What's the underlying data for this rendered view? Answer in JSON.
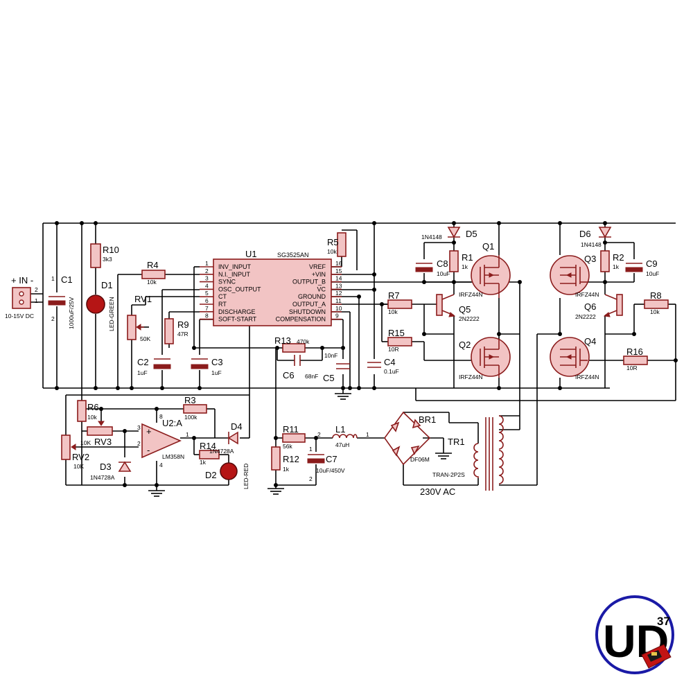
{
  "connector": {
    "title": "+ IN -",
    "pins": [
      "2",
      "1"
    ],
    "caption": "10-15V DC"
  },
  "C1": {
    "ref": "C1",
    "value": "1000uF/25V",
    "pin_top": "1",
    "pin_bottom": "2"
  },
  "R10": {
    "ref": "R10",
    "value": "3k3"
  },
  "D1": {
    "ref": "D1",
    "value": "LED-GREEN"
  },
  "R4": {
    "ref": "R4",
    "value": "10k"
  },
  "RV1": {
    "ref": "RV1",
    "value": "50K"
  },
  "R9": {
    "ref": "R9",
    "value": "47R"
  },
  "C2": {
    "ref": "C2",
    "value": "1uF"
  },
  "C3": {
    "ref": "C3",
    "value": "1uF"
  },
  "U1": {
    "ref": "U1",
    "part": "SG3525AN",
    "left_pins": [
      {
        "num": "1",
        "name": "INV_INPUT"
      },
      {
        "num": "2",
        "name": "N.I._INPUT"
      },
      {
        "num": "3",
        "name": "SYNC"
      },
      {
        "num": "4",
        "name": "OSC_OUTPUT"
      },
      {
        "num": "5",
        "name": "CT"
      },
      {
        "num": "6",
        "name": "RT"
      },
      {
        "num": "7",
        "name": "DISCHARGE"
      },
      {
        "num": "8",
        "name": "SOFT-START"
      }
    ],
    "right_pins": [
      {
        "num": "16",
        "name": "VREF"
      },
      {
        "num": "15",
        "name": "+VIN"
      },
      {
        "num": "14",
        "name": "OUTPUT_B"
      },
      {
        "num": "13",
        "name": "VC"
      },
      {
        "num": "12",
        "name": "GROUND"
      },
      {
        "num": "11",
        "name": "OUTPUT_A"
      },
      {
        "num": "10",
        "name": "SHUTDOWN"
      },
      {
        "num": "9",
        "name": "COMPENSATION"
      }
    ]
  },
  "R5": {
    "ref": "R5",
    "value": "10k"
  },
  "R13": {
    "ref": "R13",
    "value": "470k"
  },
  "C6": {
    "ref": "C6",
    "value": "68nF"
  },
  "C5": {
    "ref": "C5",
    "value": "10nF"
  },
  "C4": {
    "ref": "C4",
    "value": "0.1uF"
  },
  "R7": {
    "ref": "R7",
    "value": "10k"
  },
  "R15": {
    "ref": "R15",
    "value": "10R"
  },
  "D5": {
    "ref": "D5",
    "value": "1N4148"
  },
  "R1": {
    "ref": "R1",
    "value": "1k"
  },
  "C8": {
    "ref": "C8",
    "value": "10uF"
  },
  "Q1": {
    "ref": "Q1",
    "value": "IRFZ44N"
  },
  "Q5": {
    "ref": "Q5",
    "value": "2N2222"
  },
  "Q2": {
    "ref": "Q2",
    "value": "IRFZ44N"
  },
  "D6": {
    "ref": "D6",
    "value": "1N4148"
  },
  "R2": {
    "ref": "R2",
    "value": "1k"
  },
  "C9": {
    "ref": "C9",
    "value": "10uF"
  },
  "Q3": {
    "ref": "Q3",
    "value": "IRFZ44N"
  },
  "Q6": {
    "ref": "Q6",
    "value": "2N2222"
  },
  "Q4": {
    "ref": "Q4",
    "value": "IRFZ44N"
  },
  "R8": {
    "ref": "R8",
    "value": "10k"
  },
  "R16": {
    "ref": "R16",
    "value": "10R"
  },
  "R6": {
    "ref": "R6",
    "value": "10k"
  },
  "RV3": {
    "ref": "RV3",
    "value": "10K"
  },
  "RV2": {
    "ref": "RV2",
    "value": "10K"
  },
  "D3": {
    "ref": "D3",
    "value": "1N4728A"
  },
  "U2": {
    "ref": "U2:A",
    "value": "LM358N",
    "pin_plus": "3",
    "pin_minus": "2",
    "pin_out": "1",
    "pin_vcc": "8",
    "pin_gnd": "4",
    "plus_sign": "+",
    "minus_sign": "-"
  },
  "R3": {
    "ref": "R3",
    "value": "100k"
  },
  "R14": {
    "ref": "R14",
    "value": "1k"
  },
  "D4": {
    "ref": "D4",
    "value": "1N4728A"
  },
  "D2": {
    "ref": "D2",
    "value": "LED-RED"
  },
  "R11": {
    "ref": "R11",
    "value": "56k"
  },
  "R12": {
    "ref": "R12",
    "value": "1k"
  },
  "L1": {
    "ref": "L1",
    "value": "47uH",
    "pin_a": "2",
    "pin_b": "1"
  },
  "C7": {
    "ref": "C7",
    "value": "10uF/450V",
    "pin_a": "1",
    "pin_b": "2"
  },
  "BR1": {
    "ref": "BR1",
    "value": "DF06M"
  },
  "TR1": {
    "ref": "TR1",
    "value": "TRAN-2P2S"
  },
  "ac_label": "230V AC",
  "logo": {
    "text": "UD",
    "superscript": "37",
    "primary_color": "#1a1aa6",
    "ring_color": "#1a1aa6"
  },
  "colors": {
    "wire": "#000000",
    "component": "#8b1c1c",
    "fill": "#f2c4c4"
  }
}
